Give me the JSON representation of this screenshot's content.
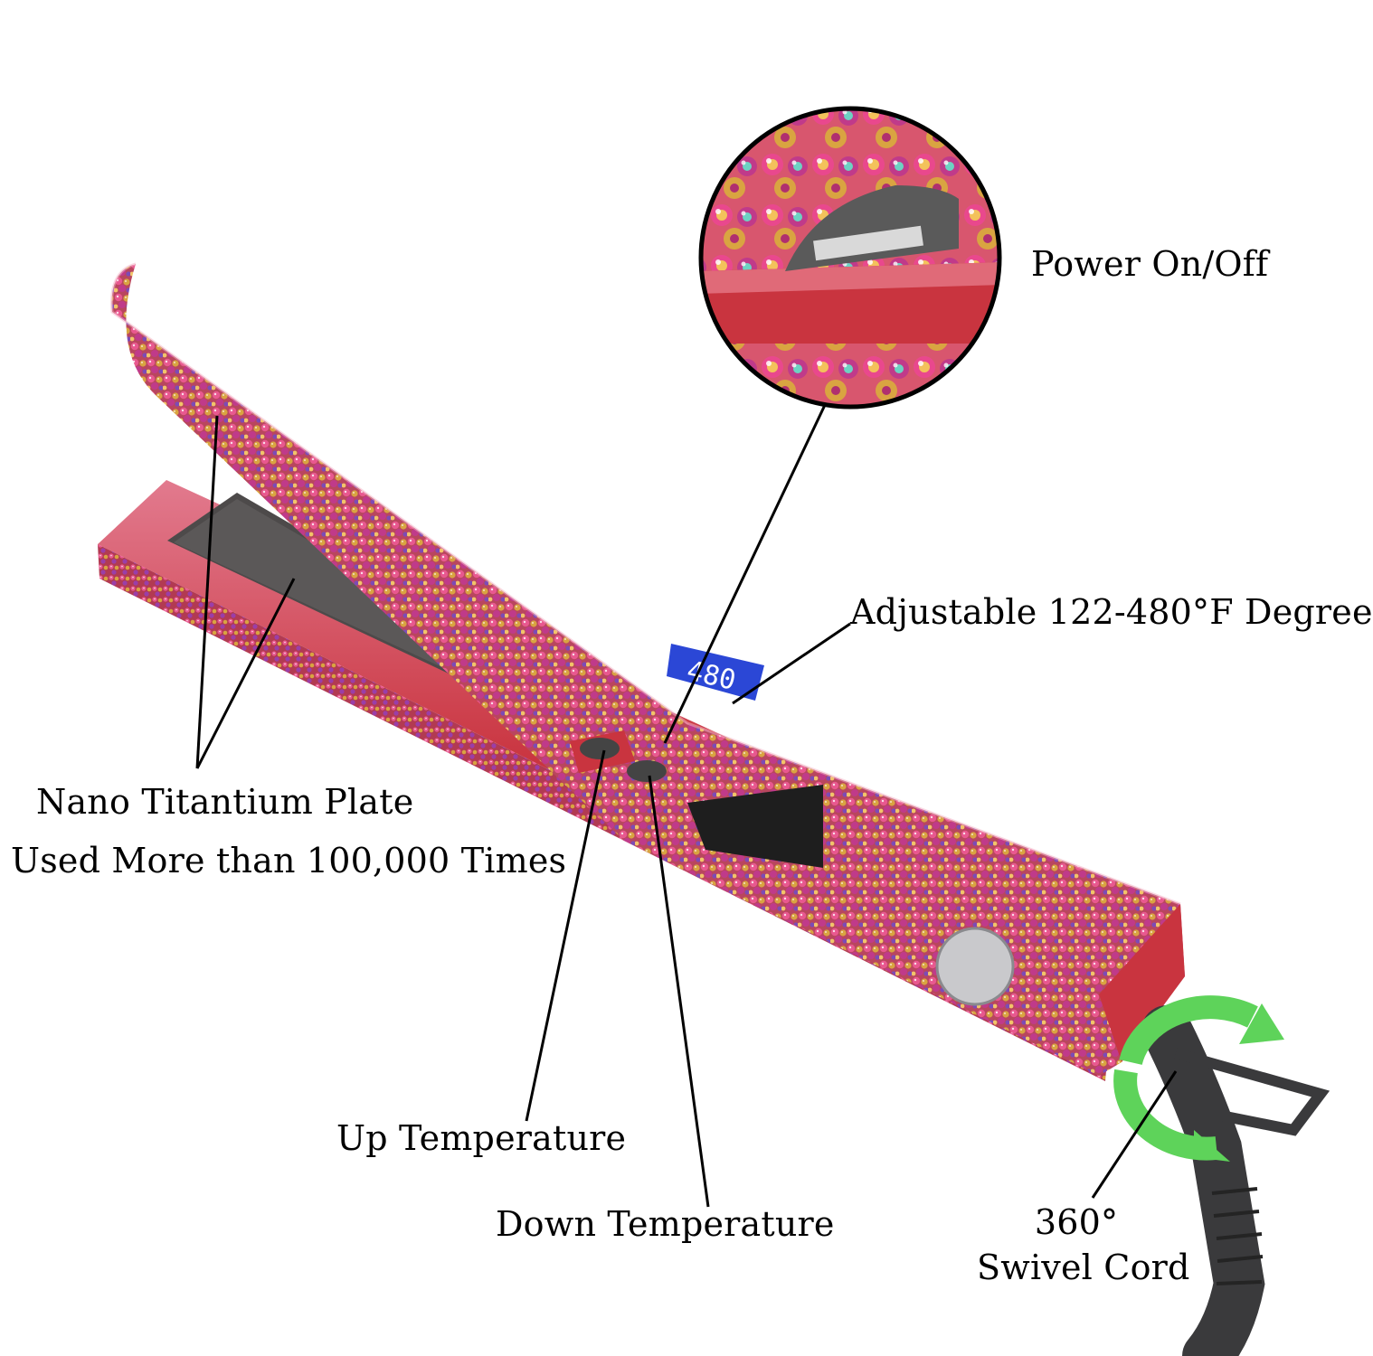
{
  "labels": {
    "power": "Power On/Off",
    "adjustable": "Adjustable 122-480°F Degree",
    "plate_line1": "Nano Titantium Plate",
    "plate_line2": "Used More than 100,000 Times",
    "up_temp": "Up Temperature",
    "down_temp": "Down Temperature",
    "swivel_line1": "360°",
    "swivel_line2": "Swivel Cord"
  },
  "display_reading": "480",
  "colors": {
    "body_red": "#c9343f",
    "body_dark": "#8e1f2a",
    "crystal_pink": "#e8588f",
    "crystal_gold": "#d9a441",
    "plate": "#4d4a4a",
    "lcd": "#2b47d6",
    "arrow_green": "#5ed35a",
    "cord": "#3a3a3c"
  }
}
